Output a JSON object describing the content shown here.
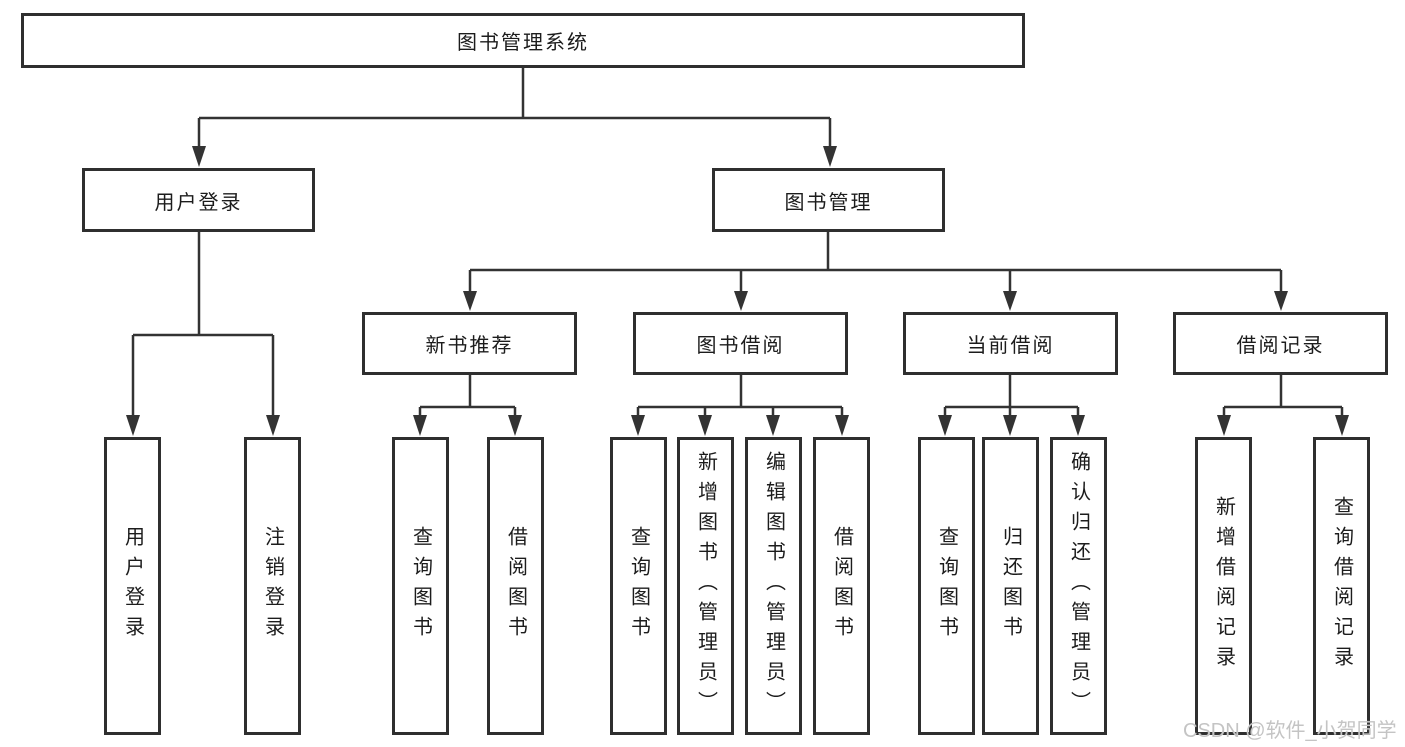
{
  "diagram": {
    "type": "hierarchy-tree",
    "colors": {
      "background": "#ffffff",
      "box_border": "#2f2f2f",
      "connector_line": "#333333",
      "text": "#1c1c1c",
      "watermark": "#c4c4c4"
    },
    "tree": {
      "label": "图书管理系统",
      "children": [
        {
          "label": "用户登录",
          "children": [
            {
              "label": "用户登录"
            },
            {
              "label": "注销登录"
            }
          ]
        },
        {
          "label": "图书管理",
          "children": [
            {
              "label": "新书推荐",
              "children": [
                {
                  "label": "查询图书"
                },
                {
                  "label": "借阅图书"
                }
              ]
            },
            {
              "label": "图书借阅",
              "children": [
                {
                  "label": "查询图书"
                },
                {
                  "label": "新增图书（管理员）"
                },
                {
                  "label": "编辑图书（管理员）"
                },
                {
                  "label": "借阅图书"
                }
              ]
            },
            {
              "label": "当前借阅",
              "children": [
                {
                  "label": "查询图书"
                },
                {
                  "label": "归还图书"
                },
                {
                  "label": "确认归还（管理员）"
                }
              ]
            },
            {
              "label": "借阅记录",
              "children": [
                {
                  "label": "新增借阅记录"
                },
                {
                  "label": "查询借阅记录"
                }
              ]
            }
          ]
        }
      ]
    },
    "watermark": "CSDN @软件_小贺同学"
  }
}
